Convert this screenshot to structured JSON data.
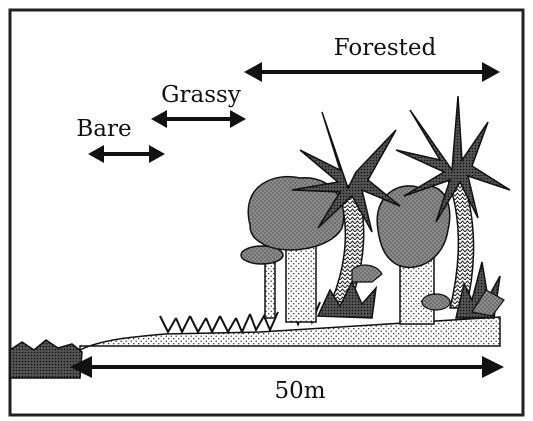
{
  "labels": {
    "bare": "Bare",
    "grassy": "Grassy",
    "forested": "Forested",
    "distance": "50m"
  }
}
